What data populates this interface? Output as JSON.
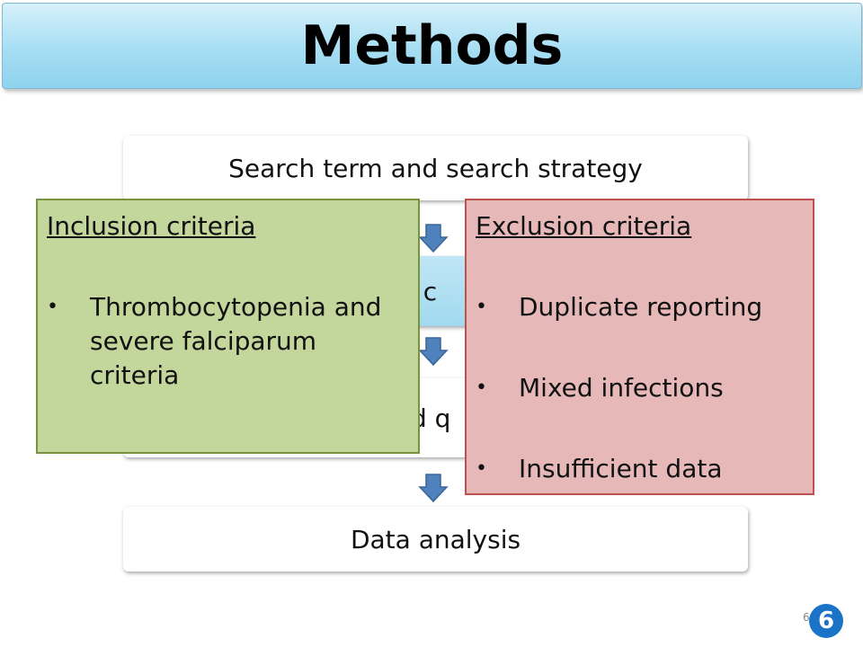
{
  "title": "Methods",
  "steps": [
    {
      "label": "Search term and search strategy"
    },
    {
      "label": "on c"
    },
    {
      "label": "d q"
    },
    {
      "label": "Data analysis"
    }
  ],
  "inclusion": {
    "heading": "Inclusion  criteria",
    "items": [
      "Thrombocytopenia and severe falciparum criteria"
    ]
  },
  "exclusion": {
    "heading": "Exclusion  criteria",
    "items": [
      "Duplicate reporting",
      " Mixed infections",
      " Insufficient  data"
    ]
  },
  "colors": {
    "title_bg": "#a6def3",
    "inclusion_bg": "#c3d69b",
    "exclusion_bg": "#e6b9b8",
    "arrow": "#4f81bd"
  },
  "slide_number": "6",
  "slide_number_small": "6"
}
